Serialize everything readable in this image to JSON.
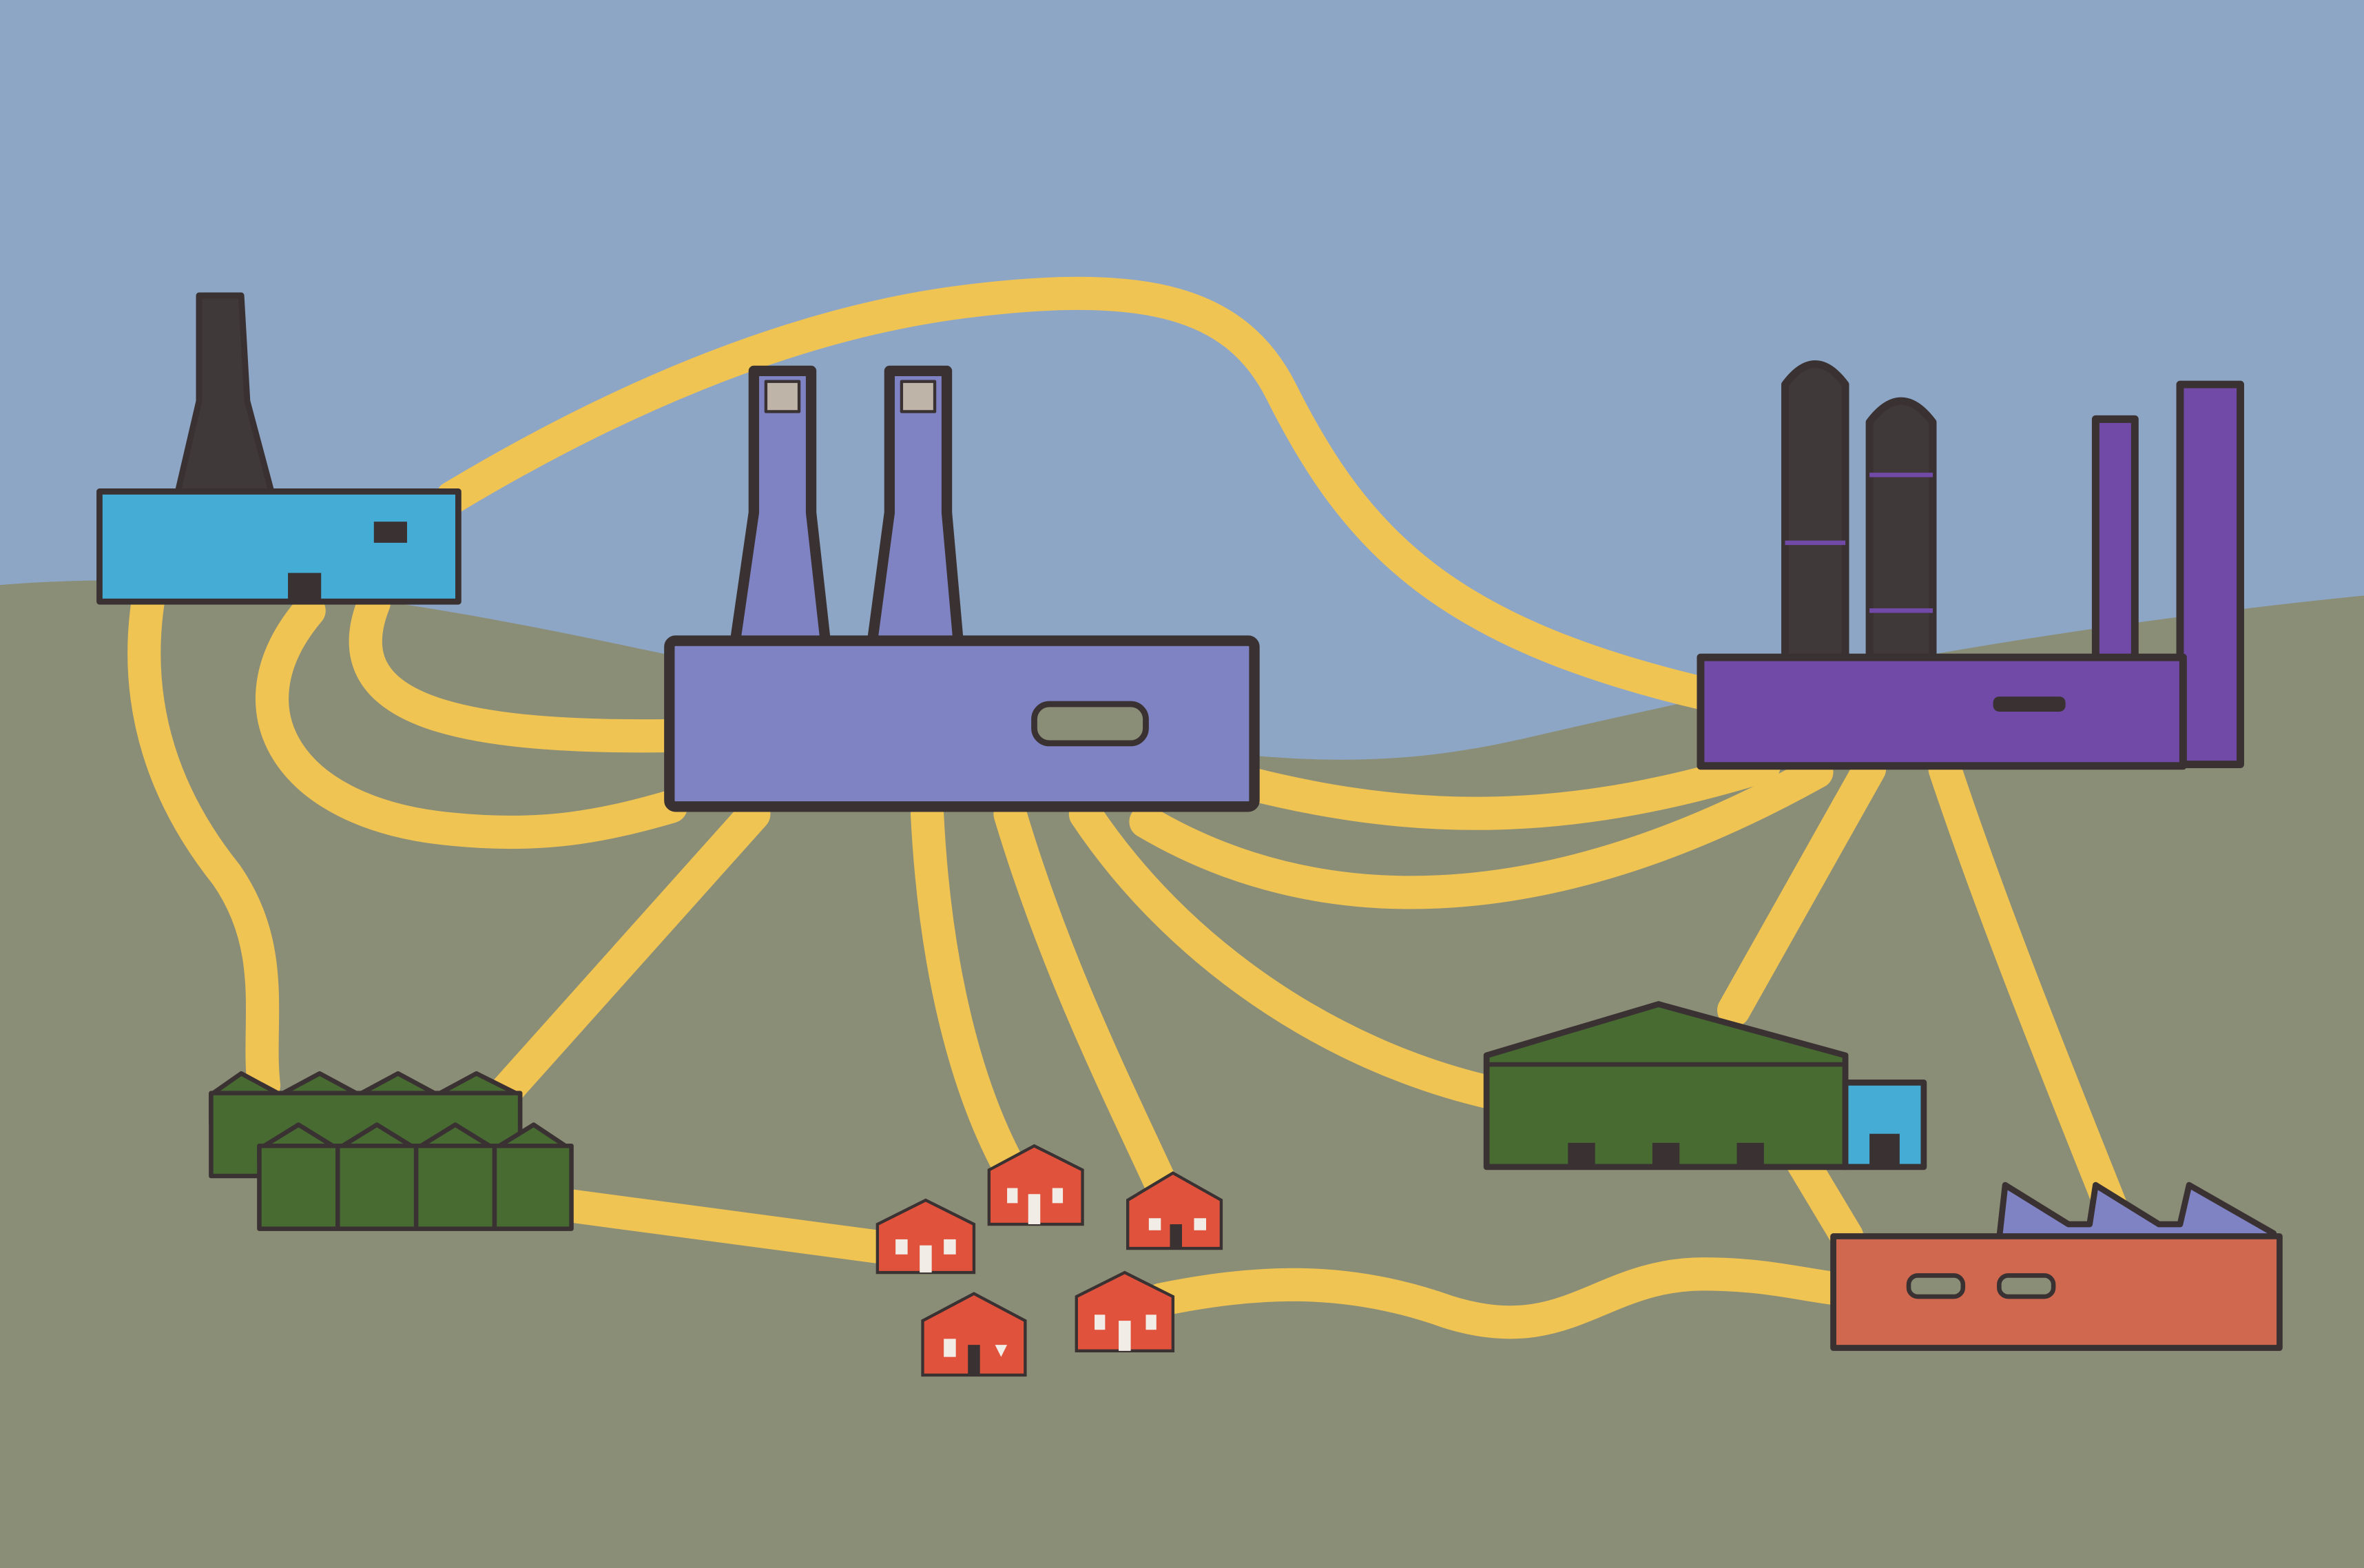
{
  "scene": {
    "kind": "industrial-symbiosis-network-illustration",
    "colors": {
      "sky": "#8ea6c6",
      "ground": "#8b8e76",
      "pipeline": "#f0c453",
      "outline": "#3a3232",
      "cyan_factory": "#45acd6",
      "periwinkle_plant": "#7f83c4",
      "violet_refinery": "#7149a6",
      "greenhouse_green": "#486b32",
      "house_red": "#e0523b",
      "sawtooth_factory": "#d0674f",
      "chimney_dark": "#3f3939"
    },
    "nodes": [
      {
        "id": "cyan-factory",
        "icon": "factory-with-single-chimney"
      },
      {
        "id": "twin-stack-plant",
        "icon": "power-plant-with-twin-stacks"
      },
      {
        "id": "refinery",
        "icon": "refinery-with-silos-and-stacks"
      },
      {
        "id": "greenhouse-cluster",
        "icon": "greenhouse-blocks"
      },
      {
        "id": "housing-cluster",
        "icon": "houses",
        "count": 5
      },
      {
        "id": "warehouse",
        "icon": "green-roof-warehouse"
      },
      {
        "id": "sawtooth-factory",
        "icon": "sawtooth-roof-factory"
      }
    ],
    "links": [
      [
        "cyan-factory",
        "refinery"
      ],
      [
        "cyan-factory",
        "twin-stack-plant"
      ],
      [
        "cyan-factory",
        "greenhouse-cluster"
      ],
      [
        "twin-stack-plant",
        "greenhouse-cluster"
      ],
      [
        "twin-stack-plant",
        "housing-cluster"
      ],
      [
        "twin-stack-plant",
        "refinery"
      ],
      [
        "twin-stack-plant",
        "warehouse"
      ],
      [
        "refinery",
        "warehouse"
      ],
      [
        "refinery",
        "sawtooth-factory"
      ],
      [
        "greenhouse-cluster",
        "housing-cluster"
      ],
      [
        "housing-cluster",
        "sawtooth-factory"
      ],
      [
        "warehouse",
        "sawtooth-factory"
      ]
    ]
  }
}
